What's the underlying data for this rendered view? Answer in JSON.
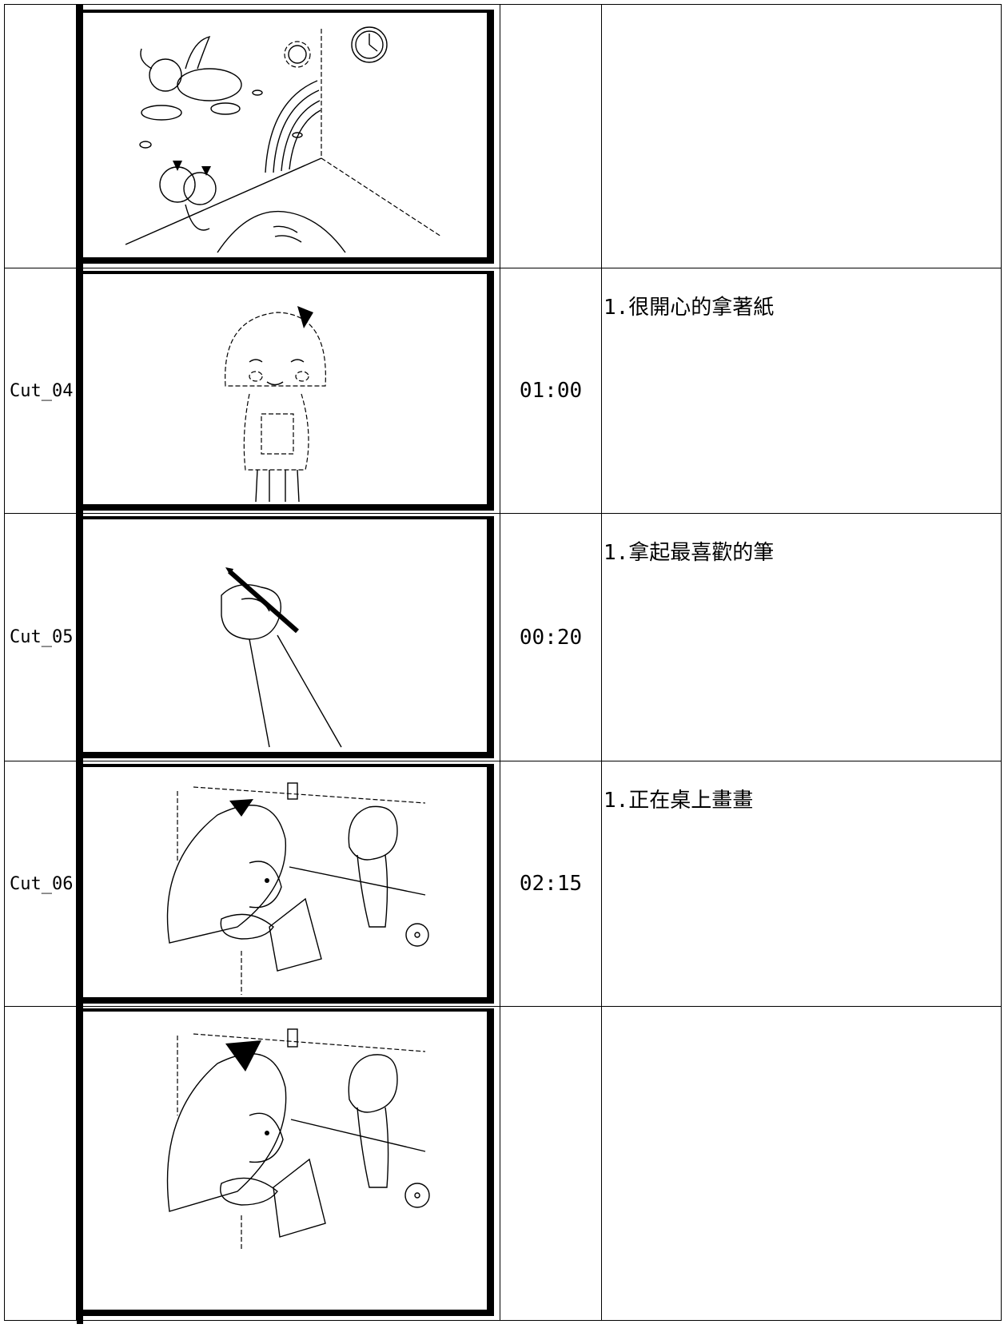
{
  "storyboard": {
    "rows": [
      {
        "cut": "",
        "time": "",
        "note": ""
      },
      {
        "cut": "Cut_04",
        "time": "01:00",
        "note": "1.很開心的拿著紙"
      },
      {
        "cut": "Cut_05",
        "time": "00:20",
        "note": "1.拿起最喜歡的筆"
      },
      {
        "cut": "Cut_06",
        "time": "02:15",
        "note": "1.正在桌上畫畫"
      },
      {
        "cut": "",
        "time": "",
        "note": ""
      }
    ]
  }
}
